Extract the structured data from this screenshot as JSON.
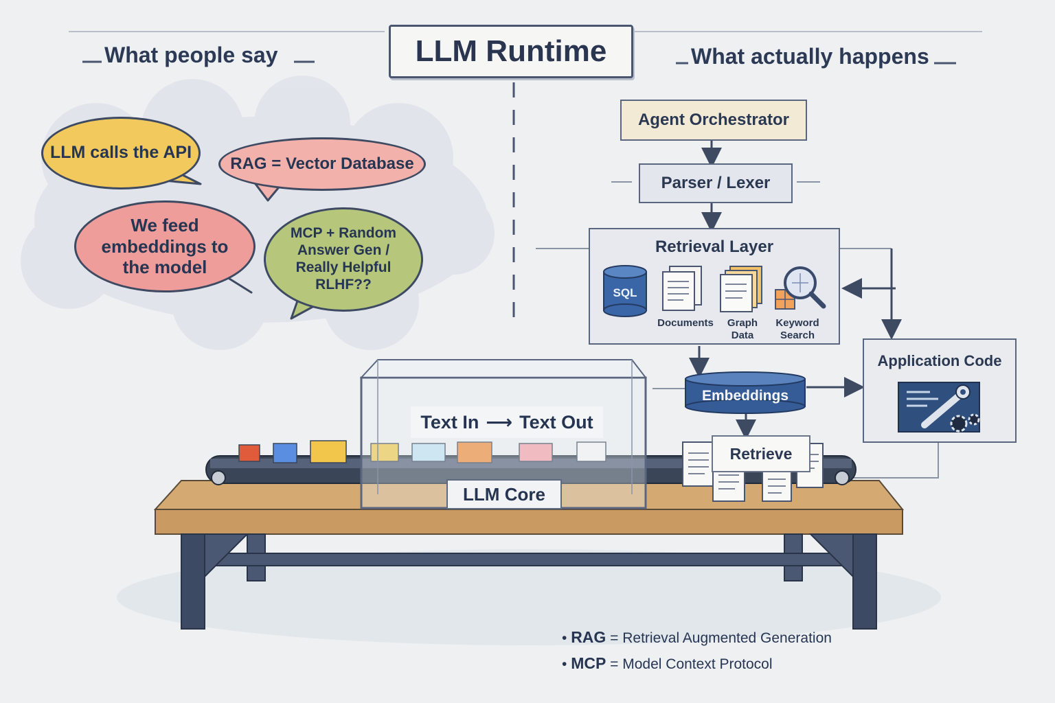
{
  "title": "LLM Runtime",
  "left_heading": "What people say",
  "right_heading": "What actually happens",
  "myths": {
    "api": "LLM calls the API",
    "rag": "RAG = Vector Database",
    "embeddings": "We feed embeddings to the model",
    "mcp": "MCP + Random Answer Gen / Really Helpful RLHF??"
  },
  "pipeline": {
    "orchestrator": "Agent Orchestrator",
    "parser": "Parser / Lexer",
    "retrieval_layer": "Retrieval Layer",
    "retrieval_sources": {
      "sql_icon_text": "SQL",
      "documents": "Documents",
      "graph_data": "Graph Data",
      "keyword_search": "Keyword Search"
    },
    "embeddings": "Embeddings",
    "retrieve": "Retrieve",
    "application_code": "Application Code"
  },
  "core": {
    "text_in": "Text In",
    "text_out": "Text Out",
    "label": "LLM Core"
  },
  "glossary": [
    {
      "key": "RAG",
      "value": "= Retrieval Augmented Generation"
    },
    {
      "key": "MCP",
      "value": "= Model Context Protocol"
    }
  ],
  "colors": {
    "ink": "#2a3550",
    "yellow_bubble": "#f1c95c",
    "pink_bubble": "#f3b1ab",
    "green_bubble": "#b6c77b",
    "embeddings_blue": "#355c96",
    "table_wood": "#c99a61"
  }
}
